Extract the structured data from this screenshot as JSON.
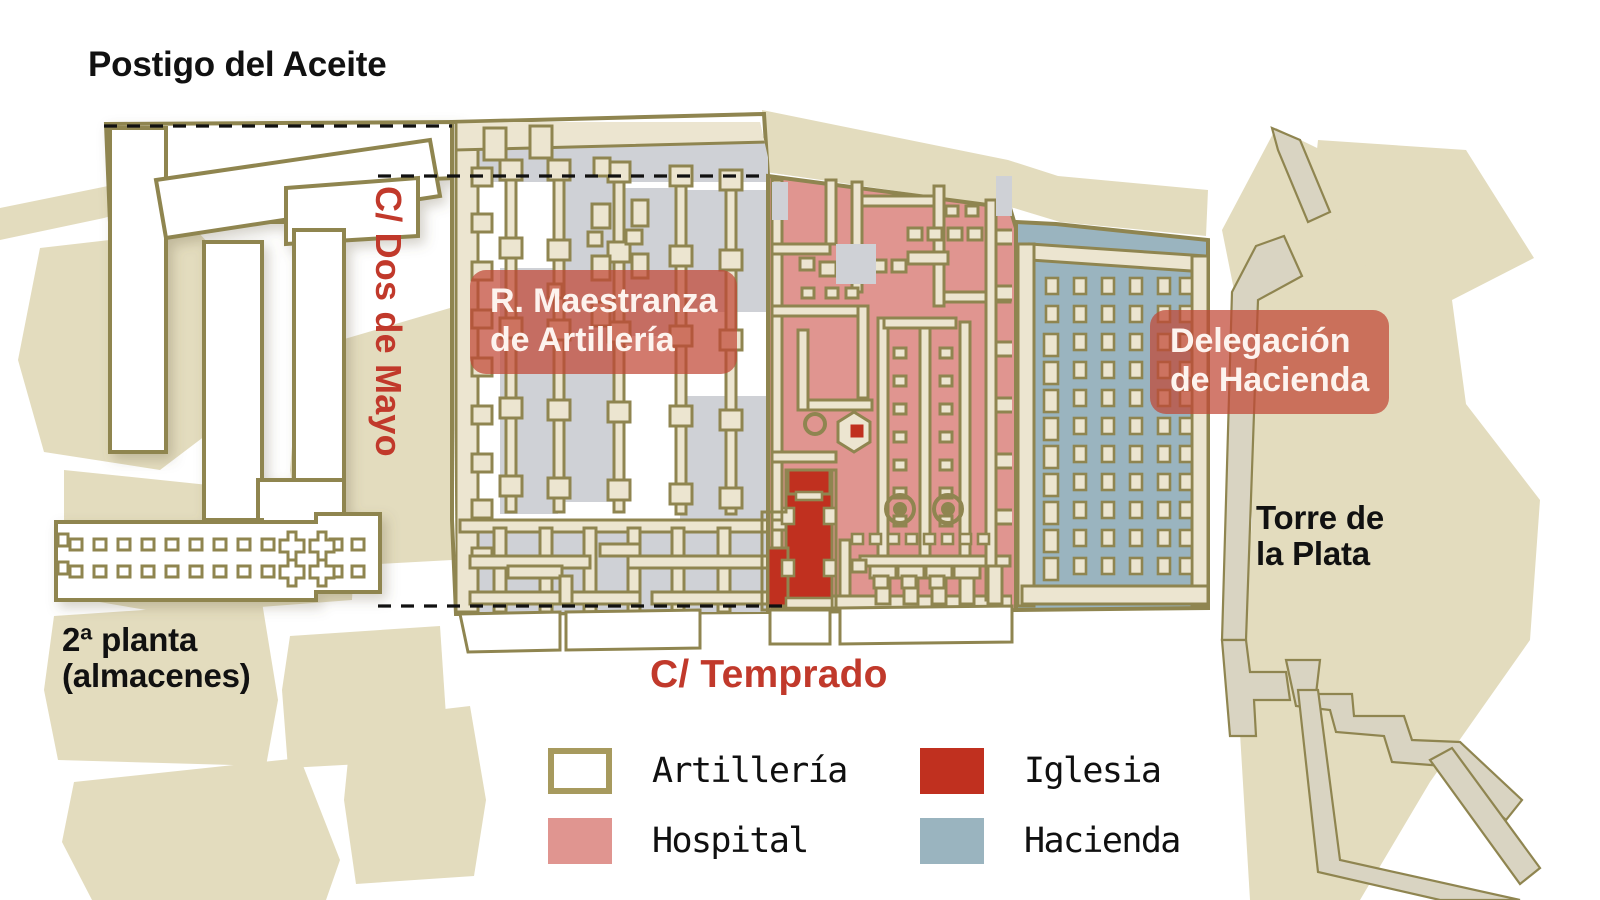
{
  "map": {
    "title_labels": [
      {
        "id": "postigo",
        "text": "Postigo del Aceite"
      },
      {
        "id": "planta",
        "text": "2ª planta\n(almacenes)"
      },
      {
        "id": "torre",
        "text": "Torre de\nla Plata"
      }
    ],
    "street_labels": [
      {
        "id": "dos-de-mayo",
        "text": "C/ Dos de Mayo",
        "orientation": "vertical"
      },
      {
        "id": "temprado",
        "text": "C/ Temprado",
        "orientation": "horizontal"
      }
    ],
    "callouts": [
      {
        "id": "maestranza",
        "text": "R. Maestranza\nde Artillería"
      },
      {
        "id": "hacienda",
        "text": "Delegación\nde Hacienda"
      }
    ],
    "legend": {
      "items": [
        {
          "key": "artilleria",
          "label": "Artillería",
          "color": "#ffffff",
          "border": "#a79a5e"
        },
        {
          "key": "iglesia",
          "label": "Iglesia",
          "color": "#c0301f",
          "border": "#c0301f"
        },
        {
          "key": "hospital",
          "label": "Hospital",
          "color": "#e09590",
          "border": "#e09590"
        },
        {
          "key": "hacienda",
          "label": "Hacienda",
          "color": "#9ab4bf",
          "border": "#9ab4bf"
        }
      ]
    },
    "palette": {
      "background": "#ffffff",
      "block_tan": "#e3dcbe",
      "wall_outline": "#8f8550",
      "wall_fill": "#ece5d0",
      "courtyard_gray": "#cfd1d6",
      "hospital_pink": "#e09590",
      "church_red": "#c0301f",
      "hacienda_blue": "#9ab4bf",
      "street_red": "#c1392b",
      "label_black": "#111111",
      "callout_bg": "rgba(193,70,53,0.72)",
      "callout_text": "#fdf3ee"
    }
  }
}
